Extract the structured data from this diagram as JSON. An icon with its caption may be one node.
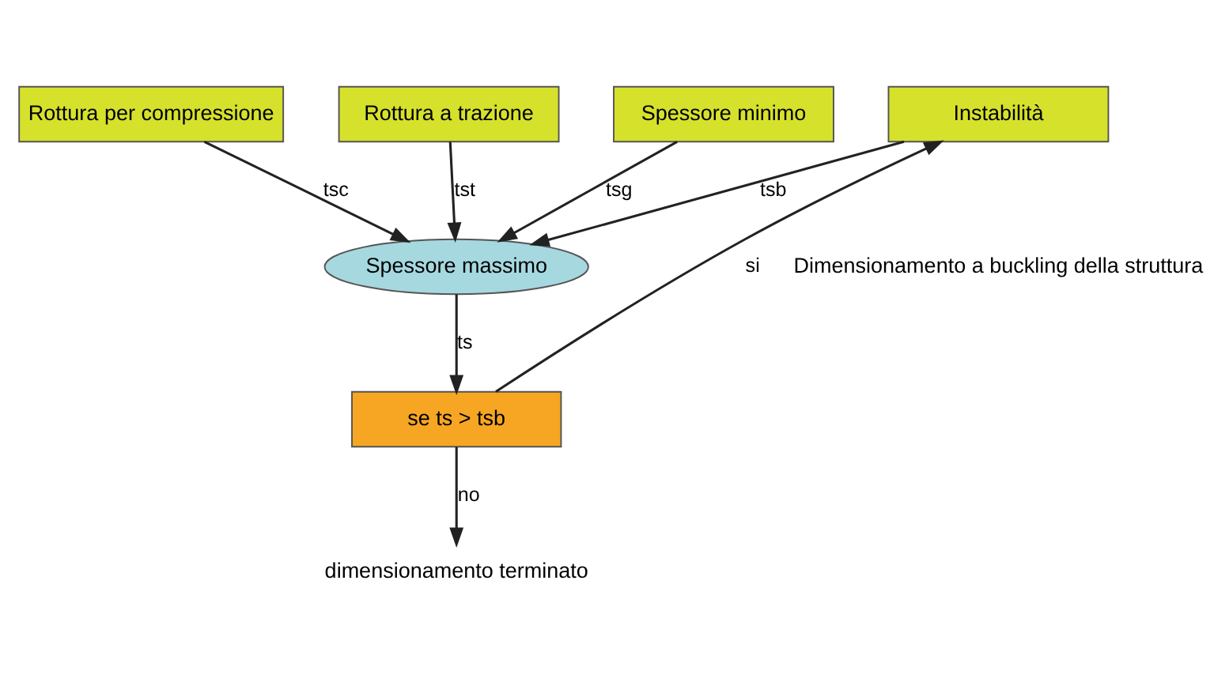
{
  "diagram": {
    "nodes": [
      {
        "text": [
          "Rottura per compressione"
        ]
      },
      {
        "text": [
          "Rottura a trazione"
        ]
      },
      {
        "text": [
          "Spessore minimo"
        ]
      },
      {
        "text": [
          "Instabilità"
        ]
      },
      {
        "text": [
          "Spessore massimo"
        ]
      },
      {
        "text": [
          "se ts > tsb"
        ]
      },
      {
        "text": [
          "dimensionamento terminato"
        ]
      }
    ],
    "edges": [
      {
        "from": 0,
        "to": 4,
        "arrow": "to",
        "label": "tsc"
      },
      {
        "from": 1,
        "to": 4,
        "arrow": "to",
        "label": "tst"
      },
      {
        "from": 2,
        "to": 4,
        "arrow": "to",
        "label": "tsg"
      },
      {
        "from": 3,
        "to": 4,
        "arrow": "to",
        "label": "tsb"
      },
      {
        "from": 4,
        "to": 5,
        "arrow": "to",
        "label": "ts"
      },
      {
        "from": 5,
        "to": 3,
        "arrow": "to",
        "label": "si"
      },
      {
        "from": 5,
        "to": 6,
        "arrow": "to",
        "label": "no"
      }
    ],
    "labels": [
      "Dimensionamento a buckling della struttura"
    ]
  }
}
